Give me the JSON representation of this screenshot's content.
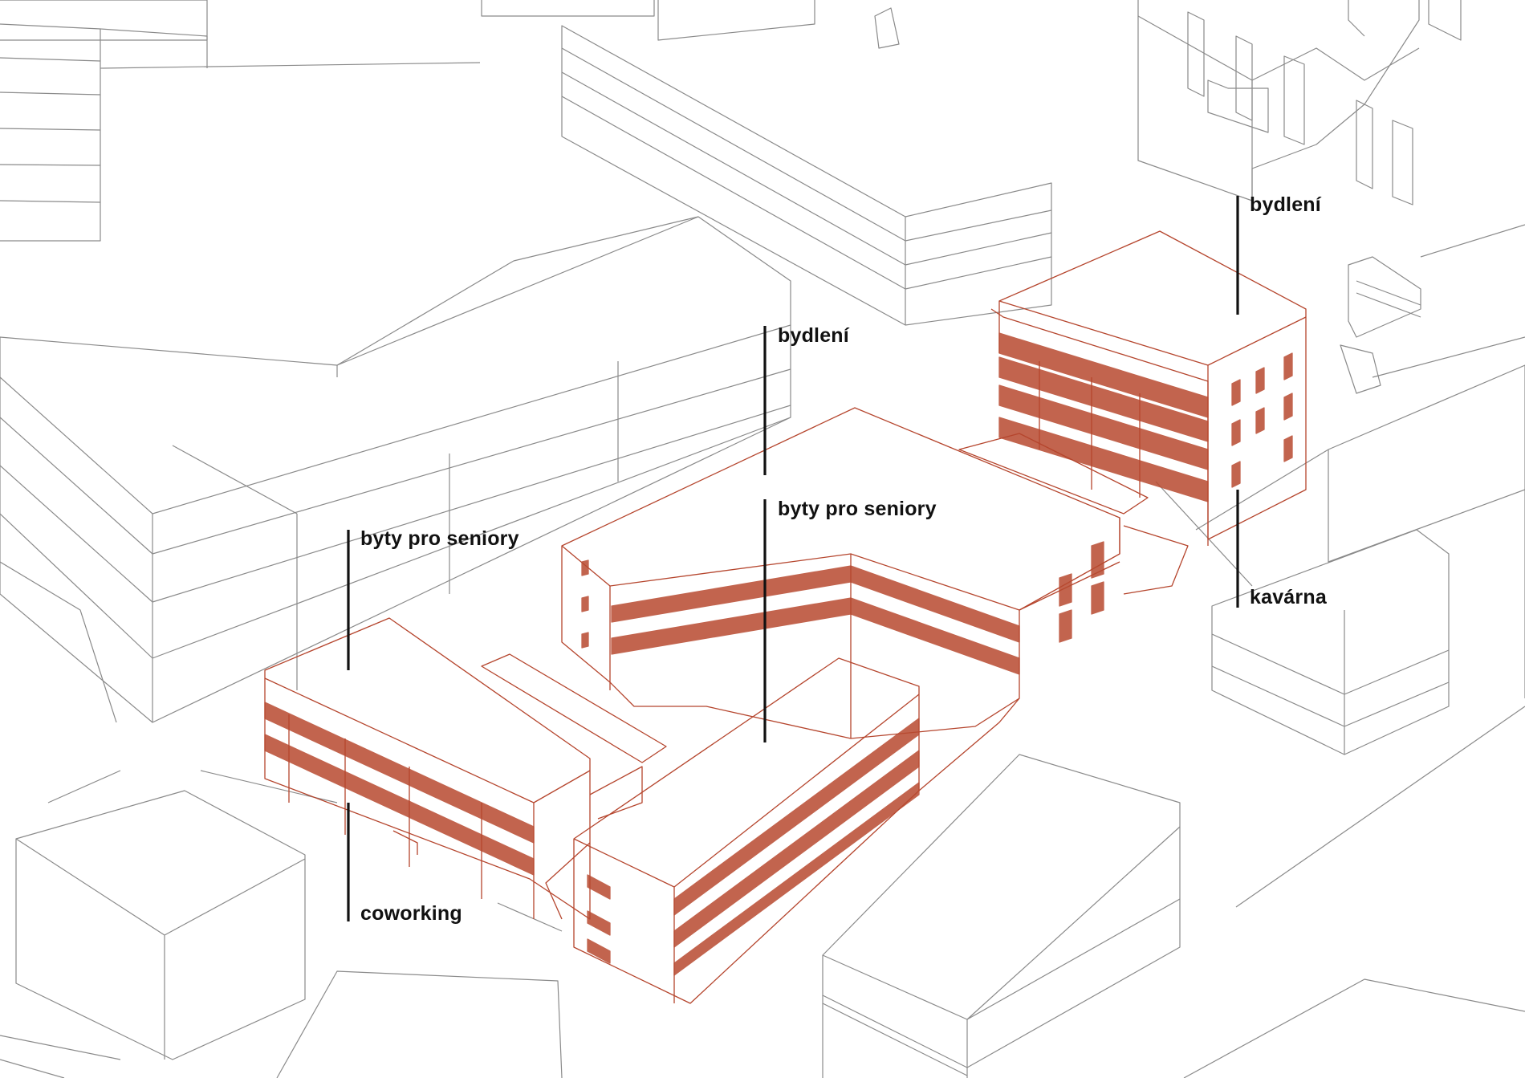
{
  "labels": {
    "bydleni_right": "bydlení",
    "bydleni_center": "bydlení",
    "byty_center": "byty pro seniory",
    "byty_left": "byty pro seniory",
    "kavarna": "kavárna",
    "coworking": "coworking"
  },
  "colors": {
    "accent": "#b84a30",
    "context_line": "#8a8a8a",
    "label_text": "#111111"
  }
}
